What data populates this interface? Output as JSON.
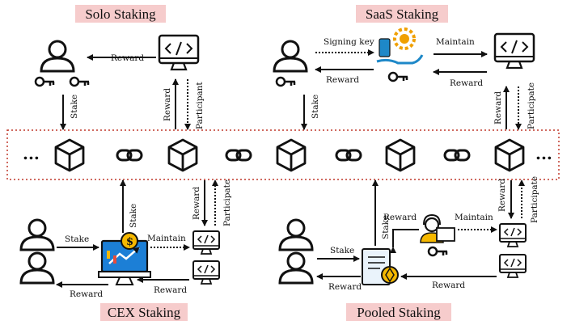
{
  "titles": {
    "solo": "Solo Staking",
    "saas": "SaaS Staking",
    "cex": "CEX Staking",
    "pooled": "Pooled Staking"
  },
  "labels": {
    "solo_reward": "Reward",
    "solo_stake": "Stake",
    "solo_reward_vertical": "Reward",
    "solo_participant": "Participant",
    "saas_signing_key": "Signing key",
    "saas_reward": "Reward",
    "saas_maintain": "Maintain",
    "saas_reward_right": "Reward",
    "saas_stake": "Stake",
    "saas_reward_vertical": "Reward",
    "saas_participate": "Participate",
    "cex_stake_vertical": "Stake",
    "cex_reward_vertical": "Reward",
    "cex_participate": "Participate",
    "cex_stake": "Stake",
    "cex_maintain": "Maintain",
    "cex_reward_left": "Reward",
    "cex_reward_right": "Reward",
    "pool_stake_vertical": "Stake",
    "pool_reward_top": "Reward",
    "pool_maintain": "Maintain",
    "pool_reward_vertical": "Reward",
    "pool_participate": "Participate",
    "pool_stake": "Stake",
    "pool_reward_left": "Reward",
    "pool_reward_right": "Reward",
    "ellipsis_left": "...",
    "ellipsis_right": "..."
  },
  "colors": {
    "title_bg": "#f6cccc",
    "chain_border": "#c0392b",
    "gear": "#f0a000",
    "hand": "#1e88c8",
    "coin": "#f5b800",
    "chart_bg": "#1c7fd6"
  },
  "icons": [
    "user-icon",
    "key-icon",
    "monitor-code-icon",
    "block-cube-icon",
    "chain-link-icon",
    "gear-hand-icon",
    "exchange-chart-icon",
    "pool-contract-icon",
    "operator-laptop-icon"
  ]
}
